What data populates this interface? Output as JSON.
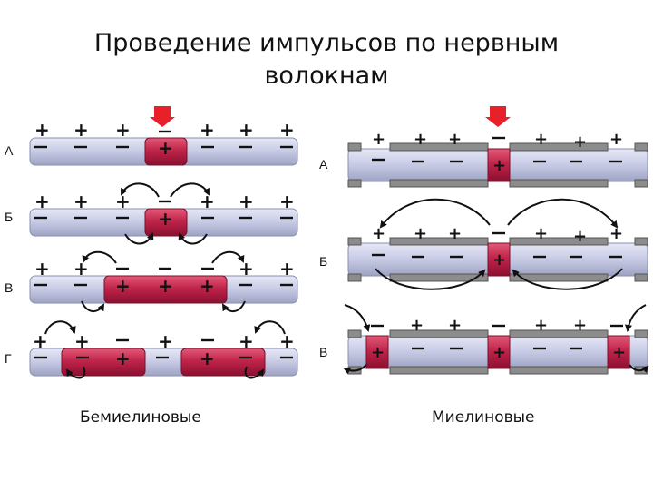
{
  "title_line1": "Проведение импульсов по нервным",
  "title_line2": "волокнам",
  "caption_left": "Бемиелиновые",
  "caption_right": "Миелиновые",
  "row_labels_left": [
    "А",
    "Б",
    "В",
    "Г"
  ],
  "row_labels_right": [
    "А",
    "Б",
    "В"
  ],
  "colors": {
    "fiber": "#c9cde6",
    "fiber_edge": "#8a8fae",
    "excited": "#c0244a",
    "myelin": "#8c8c8c",
    "stimulus_arrow": "#e8202a"
  }
}
